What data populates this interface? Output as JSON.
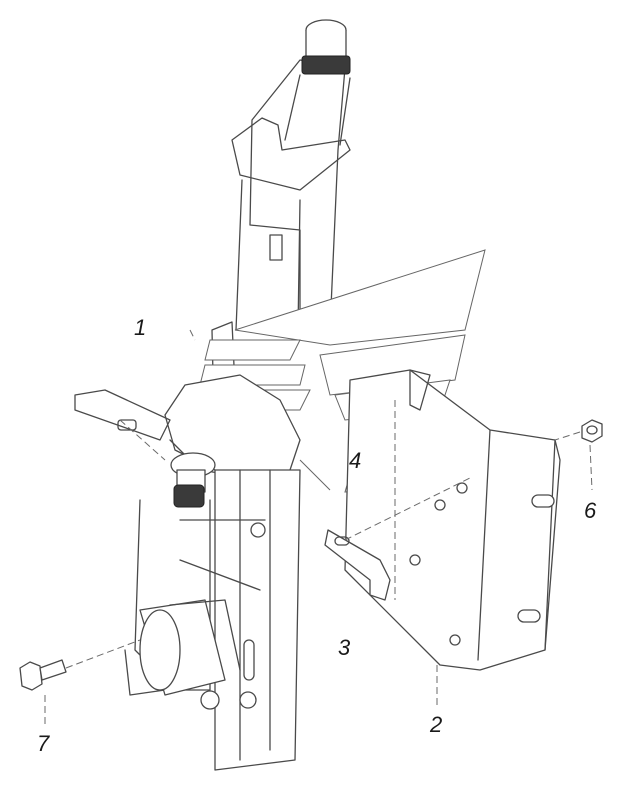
{
  "callouts": {
    "c1": "1",
    "c2": "2",
    "c3": "3",
    "c4": "4",
    "c6": "6",
    "c7": "7"
  },
  "colors": {
    "line": "#4a4a4a",
    "background": "#ffffff",
    "label": "#1a1a1a"
  }
}
